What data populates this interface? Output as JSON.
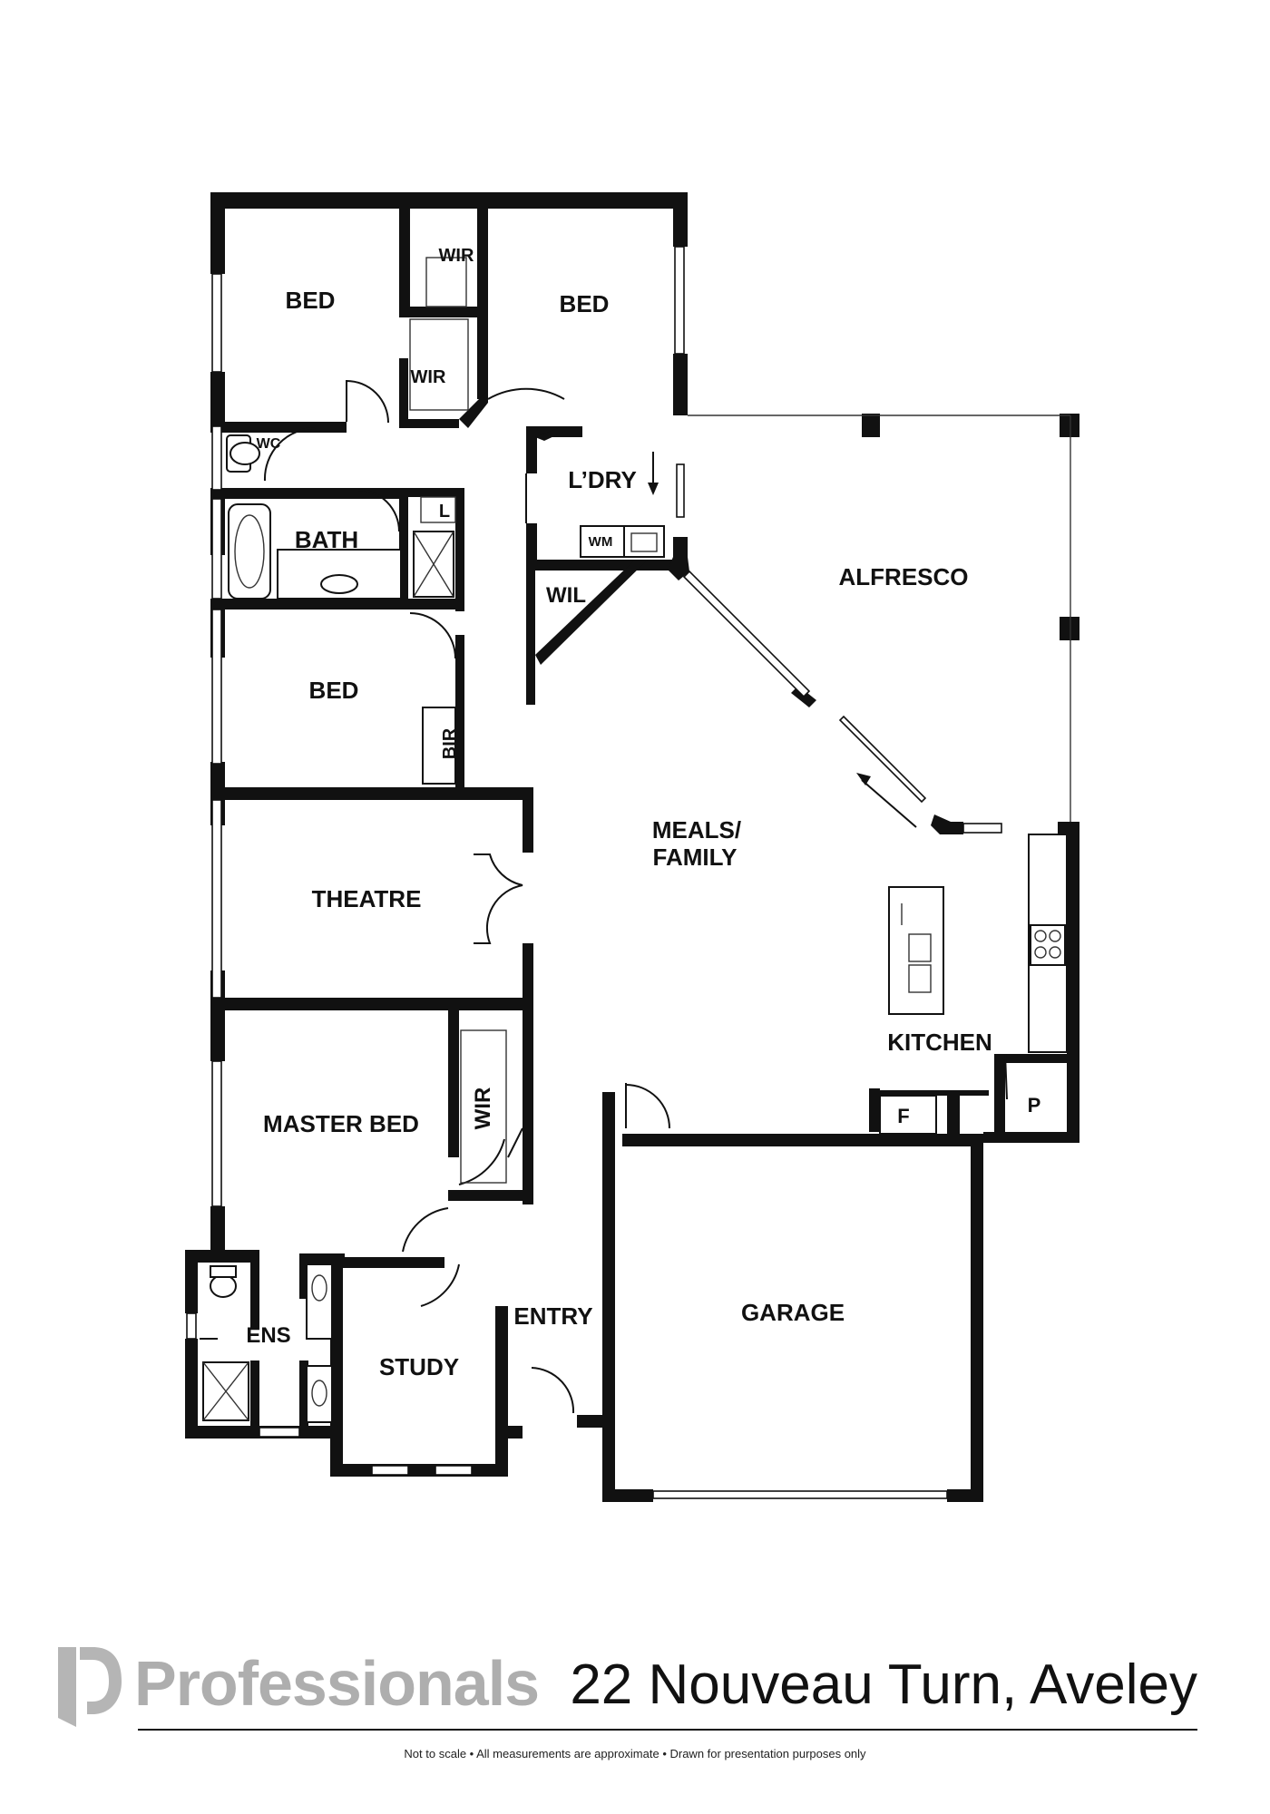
{
  "rooms": {
    "bed_1": "BED",
    "wir_1": "WIR",
    "bed_2": "BED",
    "wir_2": "WIR",
    "wc": "WC",
    "bath": "BATH",
    "linen": "L",
    "laundry": "L’DRY",
    "washing_machine": "WM",
    "alfresco": "ALFRESCO",
    "wil": "WIL",
    "bed_3": "BED",
    "bir": "BIR",
    "meals_family_line1": "MEALS/",
    "meals_family_line2": "FAMILY",
    "theatre": "THEATRE",
    "kitchen": "KITCHEN",
    "fridge": "F",
    "pantry": "P",
    "master_bed": "MASTER BED",
    "wir_master": "WIR",
    "ens": "ENS",
    "study": "STUDY",
    "entry": "ENTRY",
    "garage": "GARAGE"
  },
  "footer": {
    "brand": "Professionals",
    "address": "22 Nouveau Turn, Aveley",
    "disclaimer": "Not to scale  •  All measurements are approximate  •  Drawn for presentation purposes only"
  },
  "colors": {
    "wall": "#111111",
    "background": "#ffffff",
    "brand_grey": "#aeaeae"
  }
}
